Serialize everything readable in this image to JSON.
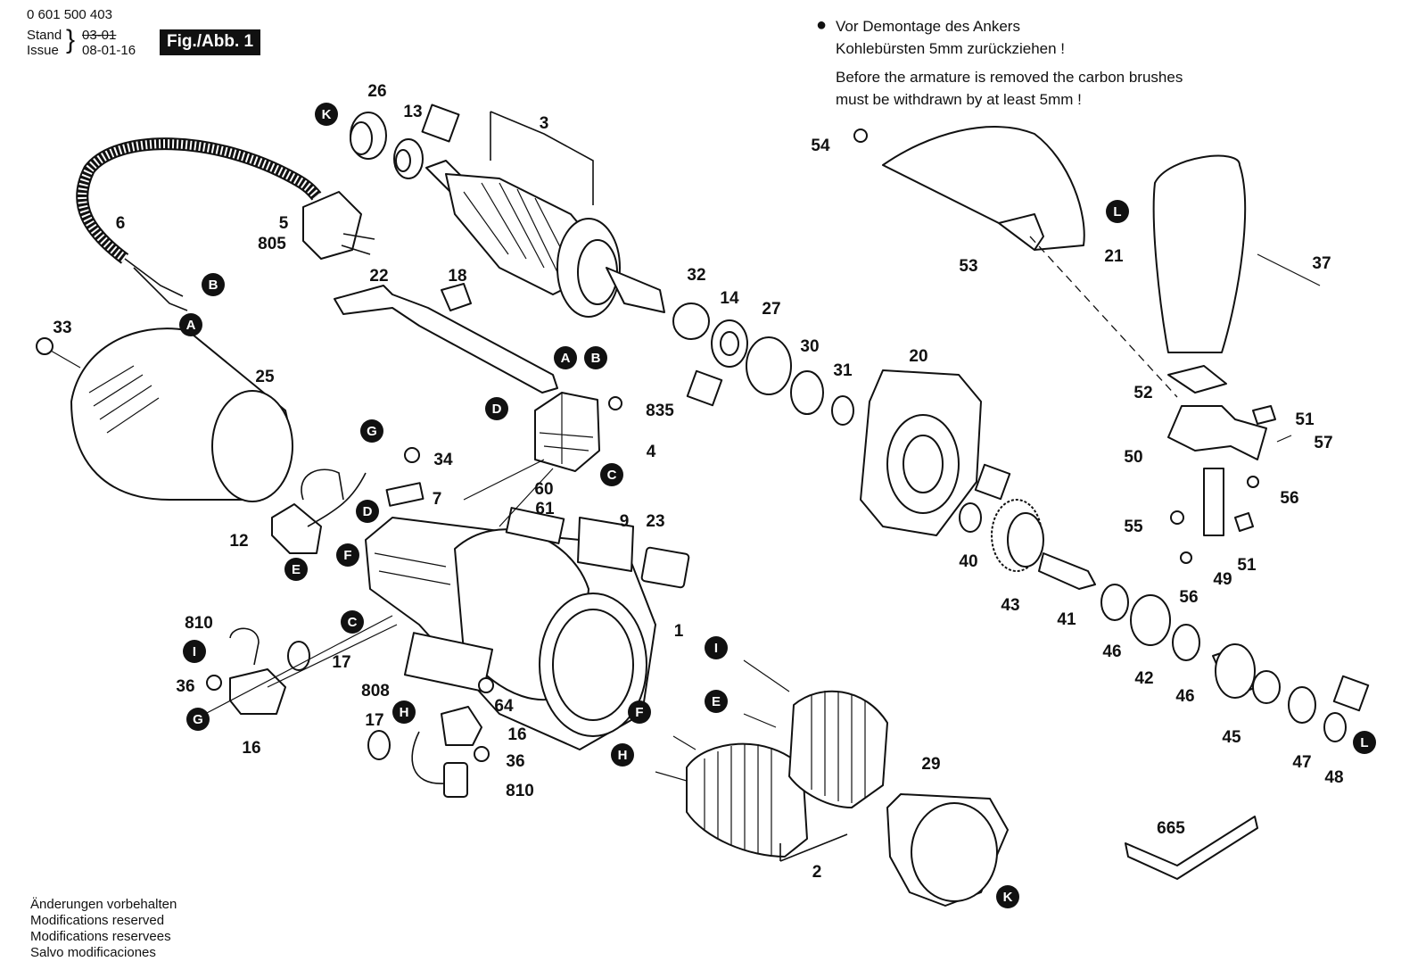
{
  "header": {
    "part_number": "0 601 500 403",
    "stand_label": "Stand",
    "issue_label": "Issue",
    "stand_date_struck": "03-01",
    "issue_date": "08-01-16",
    "figure_label": "Fig./Abb. 1"
  },
  "note": {
    "bullet": "●",
    "de_line1": "Vor Demontage des Ankers",
    "de_line2": "Kohlebürsten 5mm zurückziehen !",
    "en_line1": "Before the armature is removed the carbon brushes",
    "en_line2": "must be withdrawn by at least 5mm !"
  },
  "footer": {
    "de": "Änderungen vorbehalten",
    "en": "Modifications reserved",
    "fr": "Modifications reservees",
    "es": "Salvo modificaciones"
  },
  "part_labels": [
    "26",
    "13",
    "3",
    "6",
    "5",
    "805",
    "22",
    "18",
    "32",
    "14",
    "27",
    "30",
    "31",
    "20",
    "54",
    "53",
    "21",
    "37",
    "33",
    "25",
    "835",
    "4",
    "34",
    "7",
    "60",
    "61",
    "9",
    "23",
    "12",
    "810",
    "17",
    "36",
    "16",
    "808",
    "64",
    "1",
    "17",
    "16",
    "36",
    "810",
    "40",
    "43",
    "41",
    "46",
    "42",
    "46",
    "45",
    "47",
    "48",
    "52",
    "51",
    "57",
    "50",
    "56",
    "55",
    "49",
    "51",
    "56",
    "29",
    "2",
    "665"
  ],
  "connection_markers": [
    "K",
    "B",
    "A",
    "L",
    "A",
    "B",
    "D",
    "C",
    "G",
    "D",
    "E",
    "F",
    "C",
    "I",
    "G",
    "H",
    "I",
    "E",
    "F",
    "H",
    "K",
    "L"
  ],
  "colors": {
    "ink": "#111111",
    "paper": "#ffffff"
  }
}
